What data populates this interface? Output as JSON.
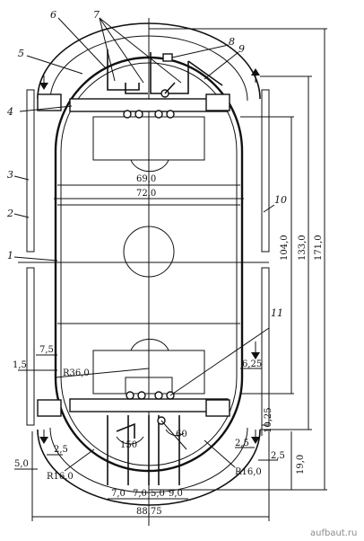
{
  "labels": {
    "n1": "1",
    "n2": "2",
    "n3": "3",
    "n4": "4",
    "n5": "5",
    "n6": "6",
    "n7": "7",
    "n8": "8",
    "n9": "9",
    "n10": "10",
    "n11": "11"
  },
  "dimensions": {
    "w69": "69,0",
    "w72": "72,0",
    "h104": "104,0",
    "h133": "133,0",
    "h171": "171,0",
    "d7_5": "7,5",
    "d1_5": "1,5",
    "r36": "R36,0",
    "d6_25": "6,25",
    "d10_25": "10,25",
    "d2_5_left": "2,5",
    "d5_0_left": "5,0",
    "r16_left": "R16,0",
    "a150": "150",
    "a60": "60",
    "d2_5_right_a": "2,5",
    "d2_5_right_b": "2,5",
    "r16_right": "R16,0",
    "d19": "19,0",
    "b7_a": "7,0",
    "b7_b": "7,0",
    "b5": "5,0",
    "b9": "9,0",
    "total": "88,75"
  },
  "watermark": "aufbaut.ru"
}
